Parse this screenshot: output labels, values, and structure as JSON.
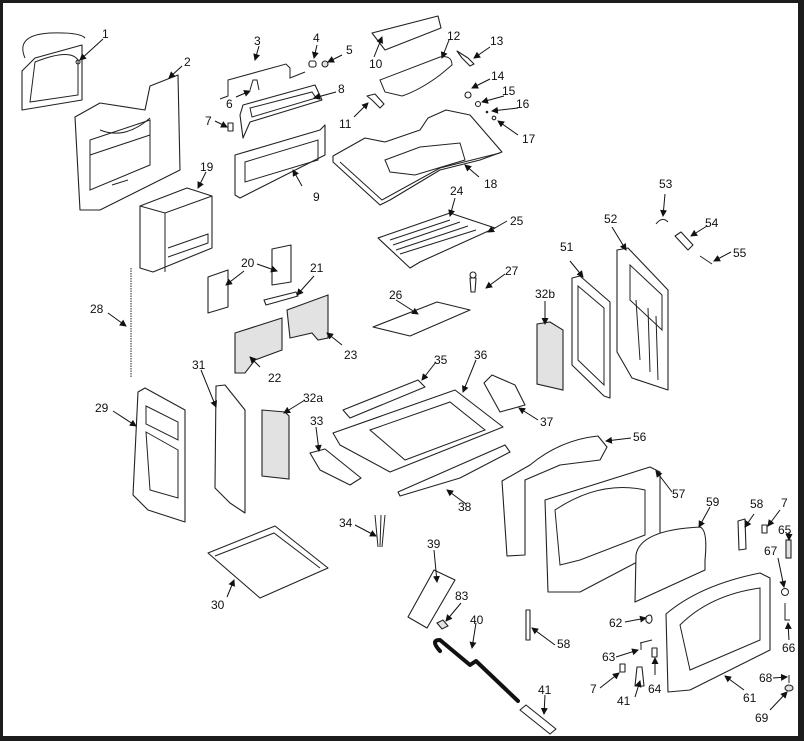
{
  "diagram": {
    "title": "",
    "type": "exploded-parts-diagram",
    "callouts": [
      {
        "id": "c1",
        "label": "1"
      },
      {
        "id": "c2",
        "label": "2"
      },
      {
        "id": "c3",
        "label": "3"
      },
      {
        "id": "c4",
        "label": "4"
      },
      {
        "id": "c5",
        "label": "5"
      },
      {
        "id": "c6",
        "label": "6"
      },
      {
        "id": "c7a",
        "label": "7"
      },
      {
        "id": "c8",
        "label": "8"
      },
      {
        "id": "c9",
        "label": "9"
      },
      {
        "id": "c10",
        "label": "10"
      },
      {
        "id": "c11",
        "label": "11"
      },
      {
        "id": "c12",
        "label": "12"
      },
      {
        "id": "c13",
        "label": "13"
      },
      {
        "id": "c14",
        "label": "14"
      },
      {
        "id": "c15",
        "label": "15"
      },
      {
        "id": "c16",
        "label": "16"
      },
      {
        "id": "c17",
        "label": "17"
      },
      {
        "id": "c18",
        "label": "18"
      },
      {
        "id": "c19",
        "label": "19"
      },
      {
        "id": "c20",
        "label": "20"
      },
      {
        "id": "c21",
        "label": "21"
      },
      {
        "id": "c22",
        "label": "22"
      },
      {
        "id": "c23",
        "label": "23"
      },
      {
        "id": "c24",
        "label": "24"
      },
      {
        "id": "c25",
        "label": "25"
      },
      {
        "id": "c26",
        "label": "26"
      },
      {
        "id": "c27",
        "label": "27"
      },
      {
        "id": "c28",
        "label": "28"
      },
      {
        "id": "c29",
        "label": "29"
      },
      {
        "id": "c30",
        "label": "30"
      },
      {
        "id": "c31",
        "label": "31"
      },
      {
        "id": "c32a",
        "label": "32a"
      },
      {
        "id": "c32b",
        "label": "32b"
      },
      {
        "id": "c33",
        "label": "33"
      },
      {
        "id": "c34",
        "label": "34"
      },
      {
        "id": "c35",
        "label": "35"
      },
      {
        "id": "c36",
        "label": "36"
      },
      {
        "id": "c37",
        "label": "37"
      },
      {
        "id": "c38",
        "label": "38"
      },
      {
        "id": "c39",
        "label": "39"
      },
      {
        "id": "c40",
        "label": "40"
      },
      {
        "id": "c41a",
        "label": "41"
      },
      {
        "id": "c41b",
        "label": "41"
      },
      {
        "id": "c51",
        "label": "51"
      },
      {
        "id": "c52",
        "label": "52"
      },
      {
        "id": "c53",
        "label": "53"
      },
      {
        "id": "c54",
        "label": "54"
      },
      {
        "id": "c55",
        "label": "55"
      },
      {
        "id": "c56",
        "label": "56"
      },
      {
        "id": "c57",
        "label": "57"
      },
      {
        "id": "c58a",
        "label": "58"
      },
      {
        "id": "c58b",
        "label": "58"
      },
      {
        "id": "c59",
        "label": "59"
      },
      {
        "id": "c61",
        "label": "61"
      },
      {
        "id": "c62",
        "label": "62"
      },
      {
        "id": "c63",
        "label": "63"
      },
      {
        "id": "c64",
        "label": "64"
      },
      {
        "id": "c65",
        "label": "65"
      },
      {
        "id": "c66",
        "label": "66"
      },
      {
        "id": "c67",
        "label": "67"
      },
      {
        "id": "c68",
        "label": "68"
      },
      {
        "id": "c69",
        "label": "69"
      },
      {
        "id": "c7b",
        "label": "7"
      },
      {
        "id": "c7c",
        "label": "7"
      },
      {
        "id": "c83",
        "label": "83"
      }
    ]
  }
}
